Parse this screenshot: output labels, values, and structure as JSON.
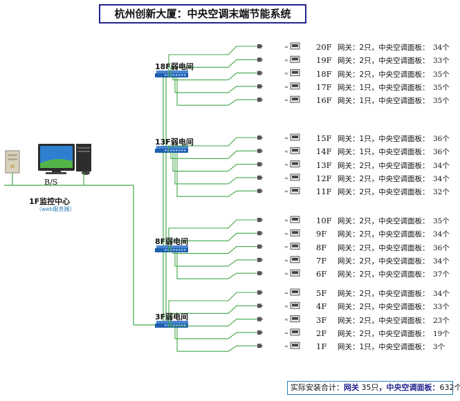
{
  "title": "杭州创新大厦：中央空调末端节能系统",
  "control_center": {
    "name": "1F监控中心",
    "sub": "（web服务器）",
    "bs": "B/S"
  },
  "switches": [
    {
      "label": "18F弱电间",
      "floors": [
        {
          "floor": "20F",
          "gateway": "网关：2只",
          "panel_label": "，中央空调面板：",
          "count": "34个"
        },
        {
          "floor": "19F",
          "gateway": "网关：2只",
          "panel_label": "，中央空调面板：",
          "count": "33个"
        },
        {
          "floor": "18F",
          "gateway": "网关：2只",
          "panel_label": "，中央空调面板：",
          "count": "35个"
        },
        {
          "floor": "17F",
          "gateway": "网关：1只",
          "panel_label": "，中央空调面板：",
          "count": "35个"
        },
        {
          "floor": "16F",
          "gateway": "网关：1只",
          "panel_label": "，中央空调面板：",
          "count": "35个"
        }
      ]
    },
    {
      "label": "13F弱电间",
      "floors": [
        {
          "floor": "15F",
          "gateway": "网关：1只",
          "panel_label": "，中央空调面板：",
          "count": "36个"
        },
        {
          "floor": "14F",
          "gateway": "网关：1只",
          "panel_label": "，中央空调面板：",
          "count": "36个"
        },
        {
          "floor": "13F",
          "gateway": "网关：2只",
          "panel_label": "，中央空调面板：",
          "count": "34个"
        },
        {
          "floor": "12F",
          "gateway": "网关：2只",
          "panel_label": "，中央空调面板：",
          "count": "34个"
        },
        {
          "floor": "11F",
          "gateway": "网关：2只",
          "panel_label": "，中央空调面板：",
          "count": "32个"
        }
      ]
    },
    {
      "label": "8F弱电间",
      "floors": [
        {
          "floor": "10F",
          "gateway": "网关：2只",
          "panel_label": "，中央空调面板：",
          "count": "35个"
        },
        {
          "floor": "9F",
          "gateway": "网关：2只",
          "panel_label": "，中央空调面板：",
          "count": "34个"
        },
        {
          "floor": "8F",
          "gateway": "网关：2只",
          "panel_label": "，中央空调面板：",
          "count": "36个"
        },
        {
          "floor": "7F",
          "gateway": "网关：2只",
          "panel_label": "，中央空调面板：",
          "count": "34个"
        },
        {
          "floor": "6F",
          "gateway": "网关：2只",
          "panel_label": "，中央空调面板：",
          "count": "37个"
        }
      ]
    },
    {
      "label": "3F弱电间",
      "floors": [
        {
          "floor": "5F",
          "gateway": "网关：2只",
          "panel_label": "，中央空调面板：",
          "count": "34个"
        },
        {
          "floor": "4F",
          "gateway": "网关：2只",
          "panel_label": "，中央空调面板：",
          "count": "33个"
        },
        {
          "floor": "3F",
          "gateway": "网关：2只",
          "panel_label": "，中央空调面板：",
          "count": "23个"
        },
        {
          "floor": "2F",
          "gateway": "网关：2只",
          "panel_label": "，中央空调面板：",
          "count": "19个"
        },
        {
          "floor": "1F",
          "gateway": "网关：1只",
          "panel_label": "，中央空调面板：",
          "count": "3个"
        }
      ]
    }
  ],
  "summary": {
    "prefix": "实际安装合计：",
    "gateway_label": "网关",
    "gateway_value": "35只",
    "panel_label": "，中央空调面板：",
    "panel_value": "632个"
  },
  "colors": {
    "line": "#3fa648",
    "switch": "#1f5fae",
    "title_border": "#23238e",
    "summary_border": "#2a7fb0"
  }
}
